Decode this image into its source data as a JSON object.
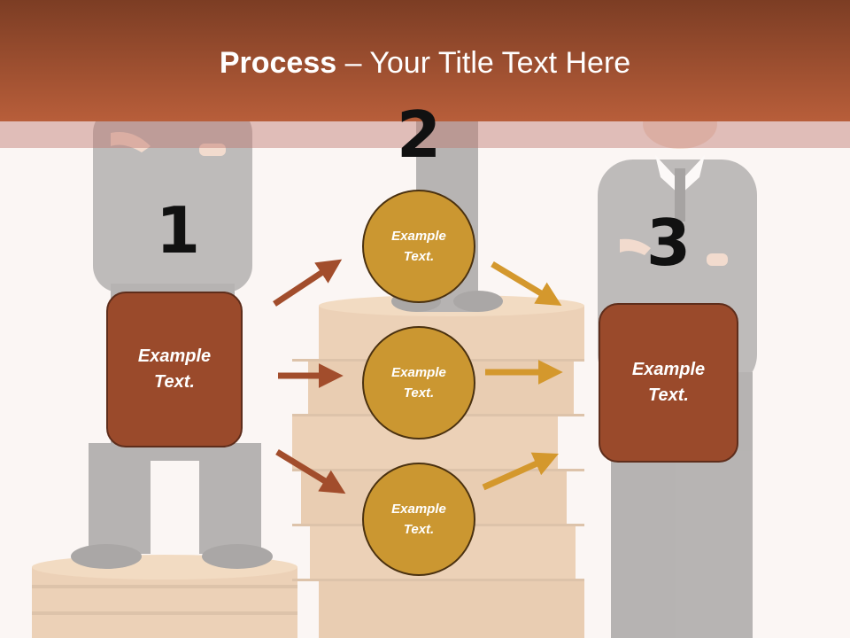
{
  "title": {
    "bold": "Process",
    "rest": " – Your Title Text Here"
  },
  "steps": {
    "one": "1",
    "two": "2",
    "three": "3"
  },
  "box_left": {
    "line1": "Example",
    "line2": "Text."
  },
  "box_right": {
    "line1": "Example",
    "line2": "Text."
  },
  "circles": [
    {
      "line1": "Example",
      "line2": "Text."
    },
    {
      "line1": "Example",
      "line2": "Text."
    },
    {
      "line1": "Example",
      "line2": "Text."
    }
  ],
  "colors": {
    "title_bar": "#b85e3a",
    "box_fill": "#9a4a2b",
    "circle_fill": "#cb9731",
    "arrow_left": "#a24d2c",
    "arrow_right": "#d4982d"
  }
}
